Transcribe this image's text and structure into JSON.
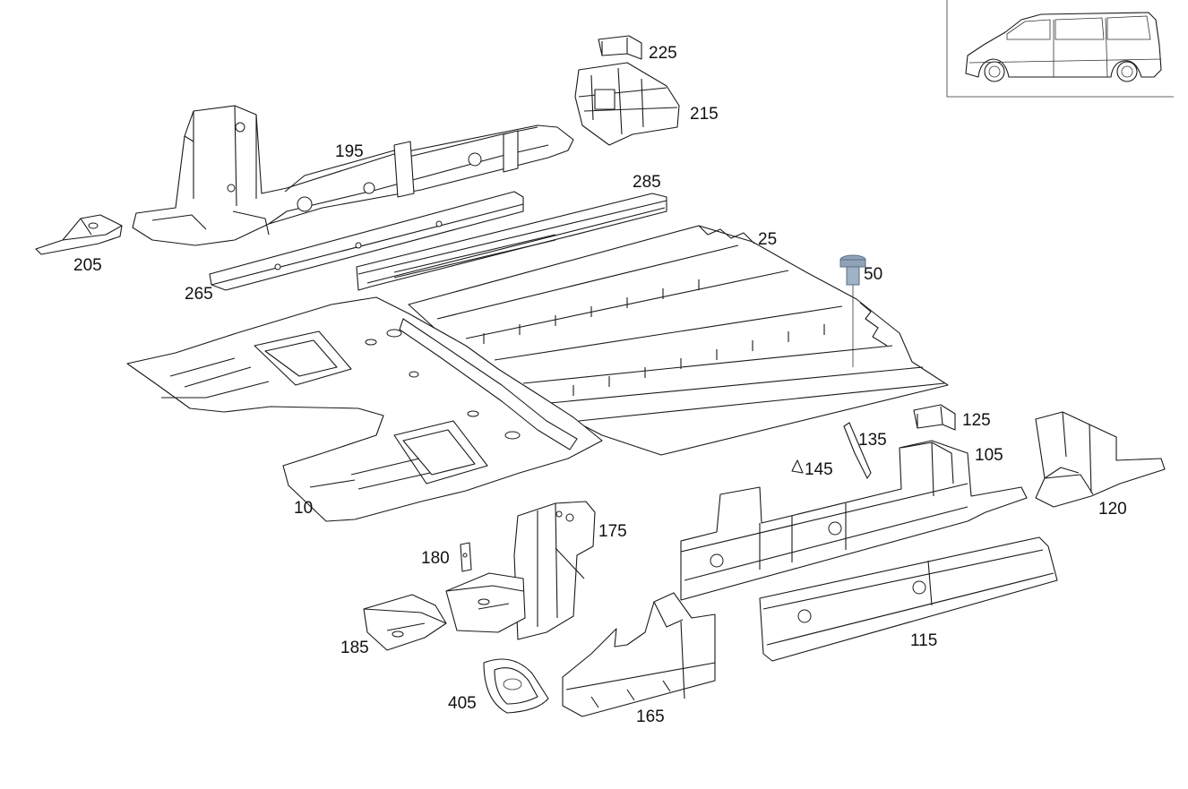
{
  "diagram": {
    "parts": [
      {
        "number": "10"
      },
      {
        "number": "25"
      },
      {
        "number": "50"
      },
      {
        "number": "105"
      },
      {
        "number": "115"
      },
      {
        "number": "120"
      },
      {
        "number": "125"
      },
      {
        "number": "135"
      },
      {
        "number": "145"
      },
      {
        "number": "165"
      },
      {
        "number": "175"
      },
      {
        "number": "180"
      },
      {
        "number": "185"
      },
      {
        "number": "195"
      },
      {
        "number": "205"
      },
      {
        "number": "215"
      },
      {
        "number": "225"
      },
      {
        "number": "265"
      },
      {
        "number": "285"
      },
      {
        "number": "405"
      }
    ],
    "colors": {
      "line": "#1a1a1a",
      "background": "#ffffff",
      "bolt": "#8fa3b8"
    },
    "inset": {
      "icon": "van-silhouette-icon"
    }
  }
}
